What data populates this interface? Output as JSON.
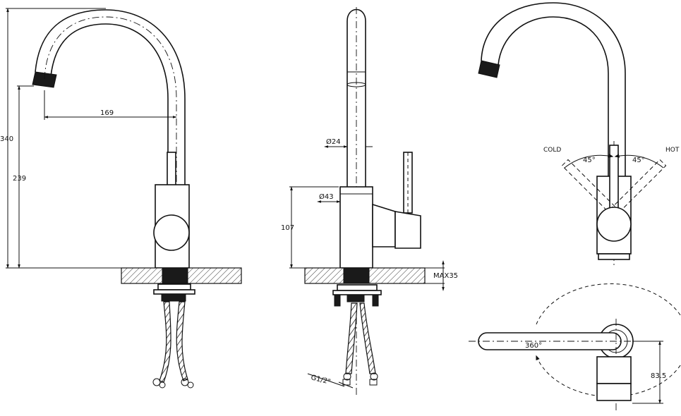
{
  "dimensions": {
    "total_height": "340",
    "spout_height": "239",
    "spout_reach": "169",
    "spout_diameter": "Ø24",
    "body_diameter": "Ø43",
    "body_height": "107",
    "max_deck_thickness": "MAX35",
    "thread": "G1/2\"",
    "rotation": "360°",
    "handle_offset": "83.5"
  },
  "handle_view": {
    "cold_label": "COLD",
    "hot_label": "HOT",
    "left_angle": "45°",
    "right_angle": "45°"
  }
}
